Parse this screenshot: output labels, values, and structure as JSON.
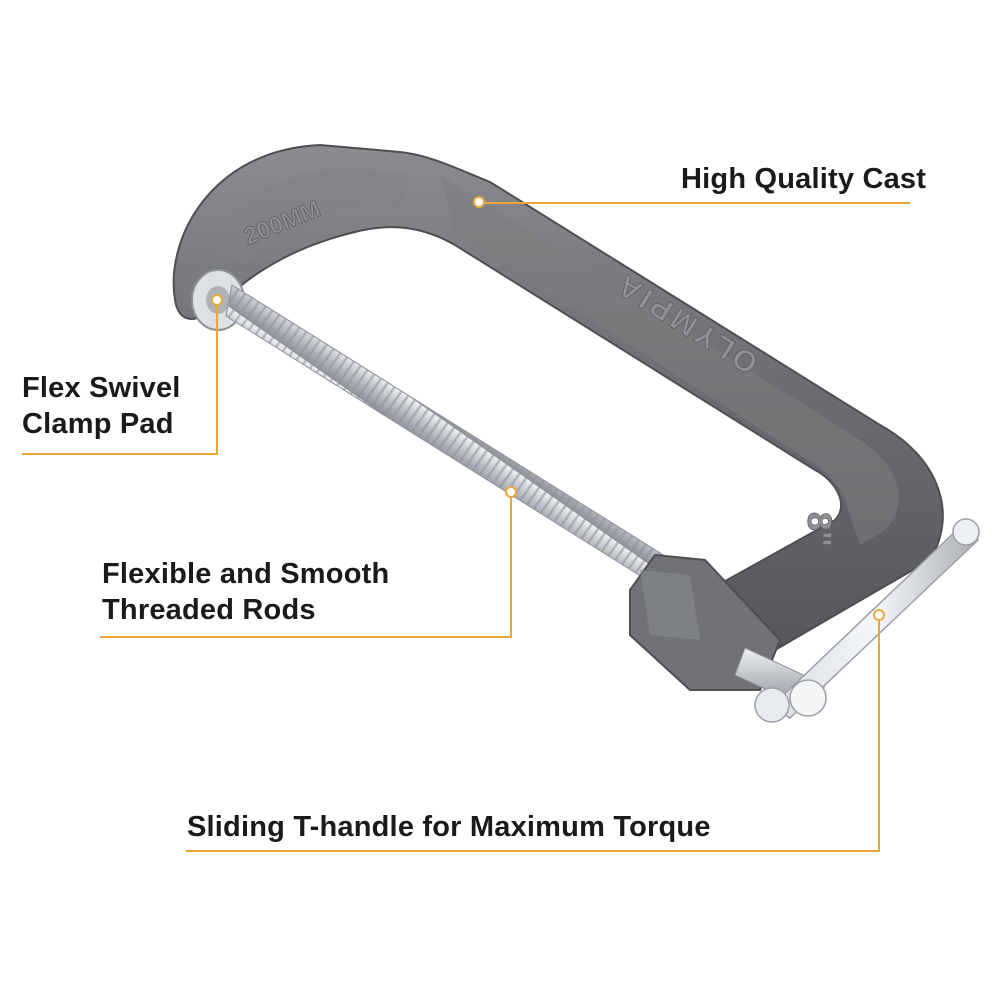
{
  "callouts": {
    "cast": {
      "text": "High Quality Cast"
    },
    "swivel": {
      "line1": "Flex Swivel",
      "line2": "Clamp Pad"
    },
    "rods": {
      "line1": "Flexible and Smooth",
      "line2": "Threaded Rods"
    },
    "handle": {
      "text": "Sliding T-handle for Maximum Torque"
    }
  },
  "product": {
    "frame_marking_top": "200MM",
    "frame_brand": "OLYMPIA",
    "frame_size_marking": "8\""
  },
  "colors": {
    "accent": "#e8a93a",
    "frame": "#6e7073",
    "screw": "#c9cdd2",
    "text": "#1a1a1a"
  }
}
